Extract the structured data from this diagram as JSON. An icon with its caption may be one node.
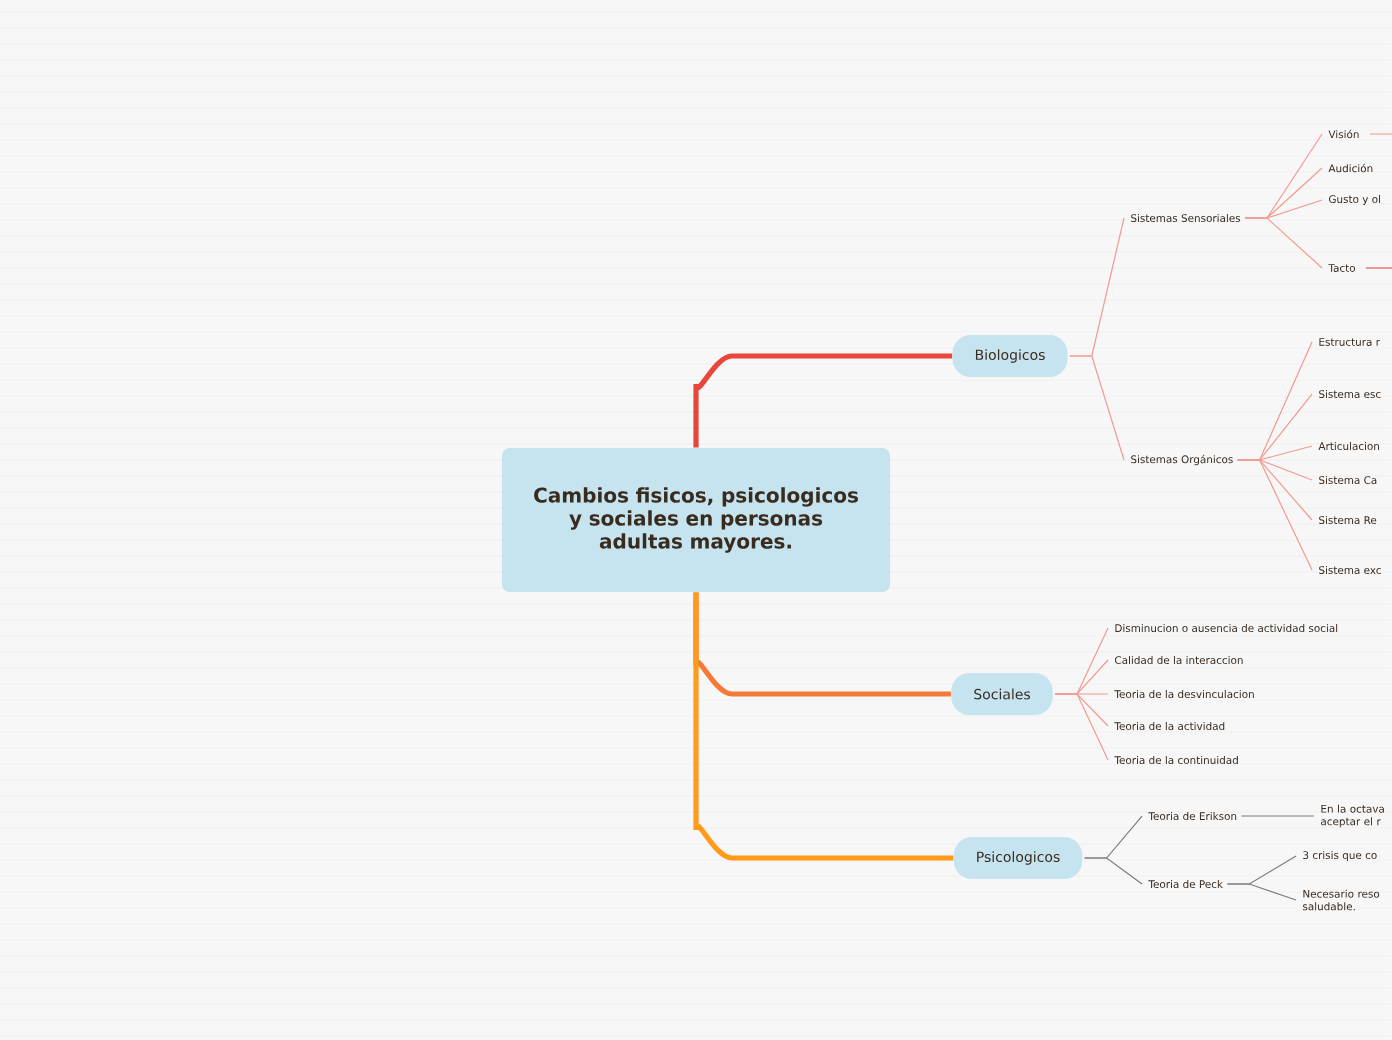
{
  "diagram": {
    "nodes": [
      {
        "text": [
          "Cambios fisicos, psicologicos y sociales en personas adultas mayores."
        ]
      },
      {
        "text": [
          "Biologicos"
        ]
      },
      {
        "text": [
          "Sociales"
        ]
      },
      {
        "text": [
          "Psicologicos"
        ]
      },
      {
        "text": [
          "Sistemas Sensoriales"
        ]
      },
      {
        "text": [
          "Sistemas Orgánicos"
        ]
      },
      {
        "text": [
          "Visión"
        ]
      },
      {
        "text": [
          "Audición"
        ]
      },
      {
        "text": [
          "Gusto y ol"
        ]
      },
      {
        "text": [
          "Tacto"
        ]
      },
      {
        "text": [
          "Estructura r"
        ]
      },
      {
        "text": [
          "Sistema esc"
        ]
      },
      {
        "text": [
          "Articulacion"
        ]
      },
      {
        "text": [
          "Sistema Ca"
        ]
      },
      {
        "text": [
          "Sistema Re"
        ]
      },
      {
        "text": [
          "Sistema exc"
        ]
      },
      {
        "text": [
          "Disminucion o ausencia de actividad social"
        ]
      },
      {
        "text": [
          "Calidad de la interaccion"
        ]
      },
      {
        "text": [
          "Teoria de la desvinculacion"
        ]
      },
      {
        "text": [
          "Teoria de la actividad"
        ]
      },
      {
        "text": [
          "Teoria de la continuidad"
        ]
      },
      {
        "text": [
          "Teoria de Erikson"
        ]
      },
      {
        "text": [
          "Teoria de Peck"
        ]
      },
      {
        "text": [
          "En la octava aceptar el r"
        ]
      },
      {
        "text": [
          "3 crisis que co"
        ]
      },
      {
        "text": [
          "Necesario reso saludable."
        ]
      }
    ],
    "edges": [
      {
        "from": 0,
        "to": 1,
        "arrow": "none",
        "style": "thick",
        "color": "#e8453c"
      },
      {
        "from": 0,
        "to": 2,
        "arrow": "none",
        "style": "thick",
        "color": "#f57a3a"
      },
      {
        "from": 0,
        "to": 3,
        "arrow": "none",
        "style": "thick",
        "color": "#ff9a1a"
      },
      {
        "from": 1,
        "to": 4,
        "arrow": "none"
      },
      {
        "from": 1,
        "to": 5,
        "arrow": "none"
      },
      {
        "from": 4,
        "to": 6,
        "arrow": "none"
      },
      {
        "from": 4,
        "to": 7,
        "arrow": "none"
      },
      {
        "from": 4,
        "to": 8,
        "arrow": "none"
      },
      {
        "from": 4,
        "to": 9,
        "arrow": "none"
      },
      {
        "from": 6,
        "to": null,
        "arrow": "none"
      },
      {
        "from": 9,
        "to": null,
        "arrow": "none",
        "color": "#ec5a52"
      },
      {
        "from": 5,
        "to": 10,
        "arrow": "none"
      },
      {
        "from": 5,
        "to": 11,
        "arrow": "none"
      },
      {
        "from": 5,
        "to": 12,
        "arrow": "none"
      },
      {
        "from": 5,
        "to": 13,
        "arrow": "none"
      },
      {
        "from": 5,
        "to": 14,
        "arrow": "none"
      },
      {
        "from": 5,
        "to": 15,
        "arrow": "none"
      },
      {
        "from": 2,
        "to": 16,
        "arrow": "none"
      },
      {
        "from": 2,
        "to": 17,
        "arrow": "none"
      },
      {
        "from": 2,
        "to": 18,
        "arrow": "none"
      },
      {
        "from": 2,
        "to": 19,
        "arrow": "none"
      },
      {
        "from": 2,
        "to": 20,
        "arrow": "none"
      },
      {
        "from": 3,
        "to": 21,
        "arrow": "none",
        "color": "#7a7a7a"
      },
      {
        "from": 3,
        "to": 22,
        "arrow": "none",
        "color": "#7a7a7a"
      },
      {
        "from": 21,
        "to": 23,
        "arrow": "none",
        "color": "#7a7a7a"
      },
      {
        "from": 22,
        "to": 24,
        "arrow": "none",
        "color": "#7a7a7a"
      },
      {
        "from": 22,
        "to": 25,
        "arrow": "none",
        "color": "#7a7a7a"
      }
    ]
  }
}
